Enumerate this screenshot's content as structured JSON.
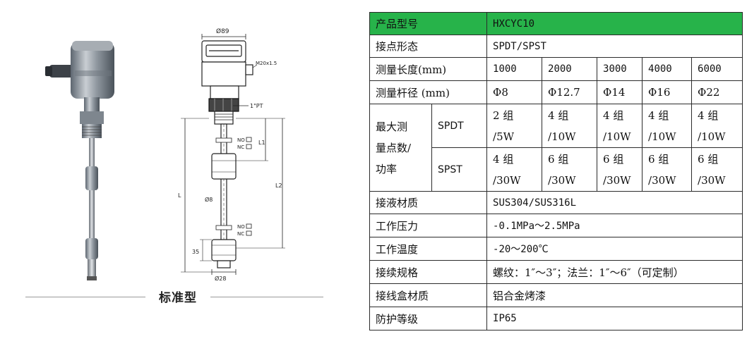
{
  "figure": {
    "caption": "标准型",
    "dims": {
      "head_diameter": "Ø89",
      "conduit_thread": "M20x1.5",
      "process_thread": "1\"PT",
      "rod_diameter": "Ø8",
      "float_diameter": "Ø28",
      "float_height": "35",
      "l1": "L1",
      "l2": "L2",
      "l": "L",
      "no_label": "NO",
      "nc_label": "NC"
    }
  },
  "table": {
    "header": {
      "label": "产品型号",
      "value": "HXCYC10"
    },
    "contact_form": {
      "label": "接点形态",
      "value": "SPDT/SPST"
    },
    "length": {
      "label": "测量长度(mm)",
      "values": [
        "1000",
        "2000",
        "3000",
        "4000",
        "6000"
      ]
    },
    "rod": {
      "label": "测量杆径 (mm)",
      "values": [
        "Φ8",
        "Φ12.7",
        "Φ14",
        "Φ16",
        "Φ22"
      ]
    },
    "points": {
      "label_line1": "最大测",
      "label_line2": "量点数/",
      "label_line3": "功率",
      "spdt": {
        "label": "SPDT",
        "counts": [
          "2 组",
          "4 组",
          "4 组",
          "4 组",
          "4 组"
        ],
        "powers": [
          "/5W",
          "/10W",
          "/10W",
          "/10W",
          "/10W"
        ]
      },
      "spst": {
        "label": "SPST",
        "counts": [
          "4 组",
          "6 组",
          "6 组",
          "6 组",
          "6 组"
        ],
        "powers": [
          "/30W",
          "/30W",
          "/30W",
          "/30W",
          "/30W"
        ]
      }
    },
    "wetted": {
      "label": "接液材质",
      "value": "SUS304/SUS316L"
    },
    "pressure": {
      "label": "工作压力",
      "value": "-0.1MPa～2.5MPa"
    },
    "temperature": {
      "label": "工作温度",
      "value": "-20～200℃"
    },
    "connection": {
      "label": "接续规格",
      "value": "螺纹：1″～3″；法兰：1″～6″（可定制）"
    },
    "housing": {
      "label": "接线盒材质",
      "value": "铝合金烤漆"
    },
    "protection": {
      "label": "防护等级",
      "value": "IP65"
    },
    "colors": {
      "header_bg": "#27b34a",
      "border": "#2b2b2b"
    }
  }
}
